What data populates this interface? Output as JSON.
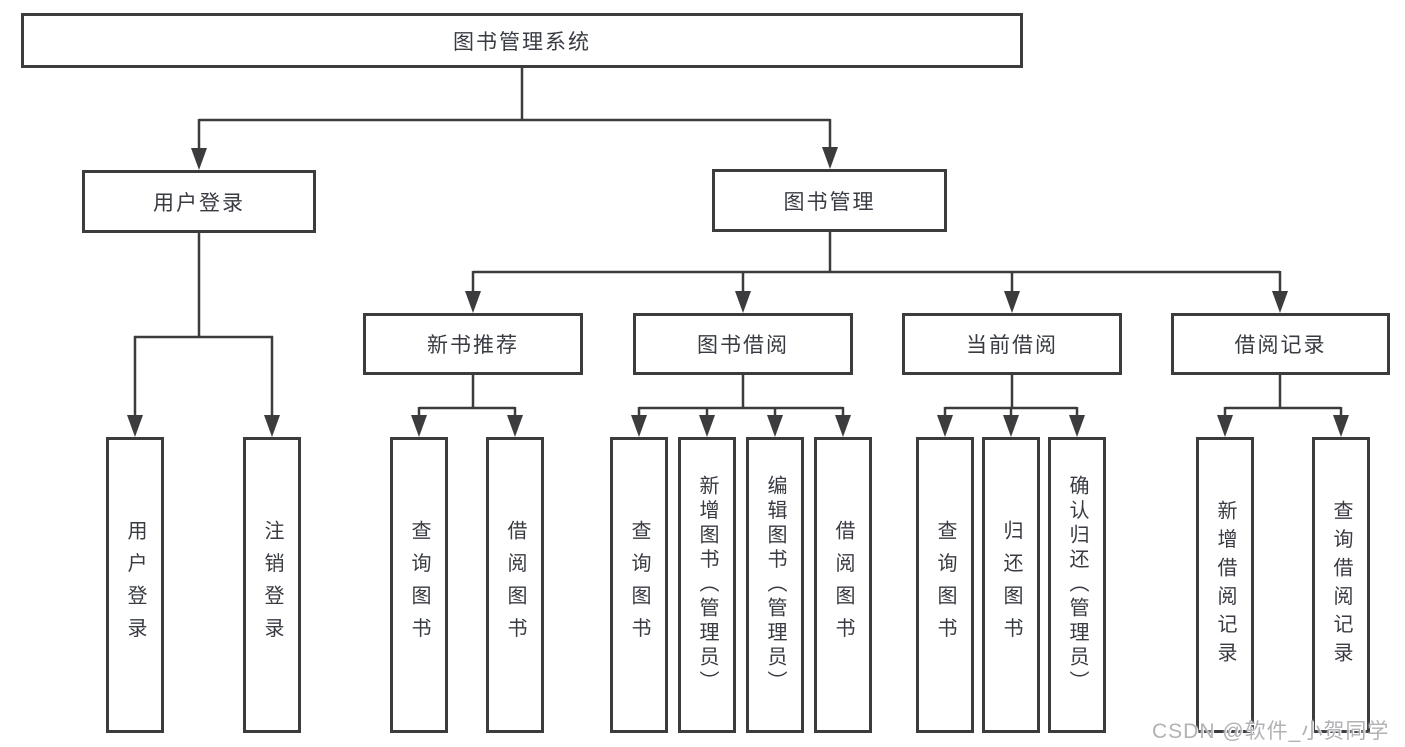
{
  "diagram_title": "图书管理系统",
  "colors": {
    "line": "#3c3c3e",
    "text": "#383b42",
    "box_background": "#ffffff",
    "watermark": "#b2b2b6"
  },
  "tree": {
    "root": {
      "label": "图书管理系统",
      "children": [
        {
          "label": "用户登录",
          "children": [
            {
              "label": "用户登录"
            },
            {
              "label": "注销登录"
            }
          ]
        },
        {
          "label": "图书管理",
          "children": [
            {
              "label": "新书推荐",
              "children": [
                {
                  "label": "查询图书"
                },
                {
                  "label": "借阅图书"
                }
              ]
            },
            {
              "label": "图书借阅",
              "children": [
                {
                  "label": "查询图书"
                },
                {
                  "label": "新增图书（管理员）"
                },
                {
                  "label": "编辑图书（管理员）"
                },
                {
                  "label": "借阅图书"
                }
              ]
            },
            {
              "label": "当前借阅",
              "children": [
                {
                  "label": "查询图书"
                },
                {
                  "label": "归还图书"
                },
                {
                  "label": "确认归还（管理员）"
                }
              ]
            },
            {
              "label": "借阅记录",
              "children": [
                {
                  "label": "新增借阅记录"
                },
                {
                  "label": "查询借阅记录"
                }
              ]
            }
          ]
        }
      ]
    }
  },
  "watermark": {
    "text": "CSDN @软件_小贺同学"
  }
}
